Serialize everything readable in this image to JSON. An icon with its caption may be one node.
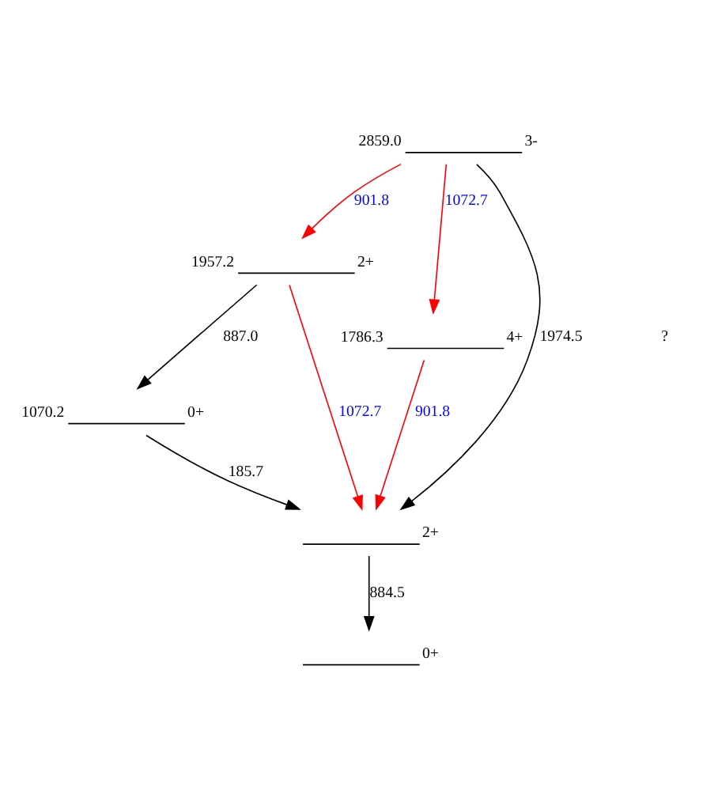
{
  "diagram": {
    "nodes": [
      {
        "text": [
          "2859.0",
          "3-"
        ]
      },
      {
        "text": [
          "1957.2",
          "2+"
        ]
      },
      {
        "text": [
          "1786.3",
          "4+"
        ]
      },
      {
        "text": [
          "1070.2",
          "0+"
        ]
      },
      {
        "text": [
          "2+"
        ]
      },
      {
        "text": [
          "0+"
        ]
      }
    ],
    "edges": [
      {
        "from": 0,
        "to": 1,
        "arrow": "to",
        "label": "901.8",
        "color": "#ff0000"
      },
      {
        "from": 0,
        "to": 2,
        "arrow": "to",
        "label": "1072.7",
        "color": "#ff0000"
      },
      {
        "from": 0,
        "to": 4,
        "arrow": "to",
        "label": "1974.5",
        "color": "#000000"
      },
      {
        "from": 1,
        "to": 3,
        "arrow": "to",
        "label": "887.0",
        "color": "#000000"
      },
      {
        "from": 1,
        "to": 4,
        "arrow": "to",
        "label": "1072.7",
        "color": "#ff0000"
      },
      {
        "from": 2,
        "to": 4,
        "arrow": "to",
        "label": "901.8",
        "color": "#ff0000"
      },
      {
        "from": 3,
        "to": 4,
        "arrow": "to",
        "label": "185.7",
        "color": "#000000"
      },
      {
        "from": 4,
        "to": 5,
        "arrow": "to",
        "label": "884.5",
        "color": "#000000"
      }
    ],
    "labels": [
      "?"
    ]
  }
}
